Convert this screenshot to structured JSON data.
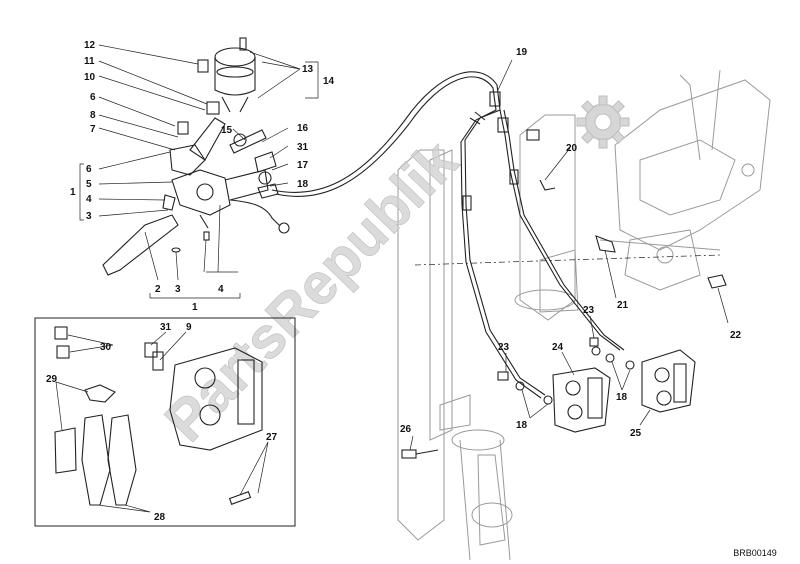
{
  "watermark": "PartsRepublik",
  "reference_code": "BRB00149",
  "callouts": {
    "c12": "12",
    "c11": "11",
    "c10": "10",
    "c6a": "6",
    "c8": "8",
    "c7": "7",
    "c13": "13",
    "c14": "14",
    "c15": "15",
    "c16": "16",
    "c31a": "31",
    "c17": "17",
    "c18a": "18",
    "c6b": "6",
    "c5": "5",
    "c4a": "4",
    "c3a": "3",
    "c1a": "1",
    "c2": "2",
    "c3b": "3",
    "c4b": "4",
    "c1b": "1",
    "c19": "19",
    "c20": "20",
    "c21": "21",
    "c22": "22",
    "c23a": "23",
    "c23b": "23",
    "c24": "24",
    "c18b": "18",
    "c18c": "18",
    "c25": "25",
    "c26": "26",
    "c31b": "31",
    "c9": "9",
    "c30": "30",
    "c29": "29",
    "c27": "27",
    "c28": "28"
  },
  "colors": {
    "line": "#222222",
    "ghost": "#9a9a9a",
    "watermark": "#cfcfcf"
  },
  "icons": {
    "watermark_gear": "gear-icon"
  }
}
